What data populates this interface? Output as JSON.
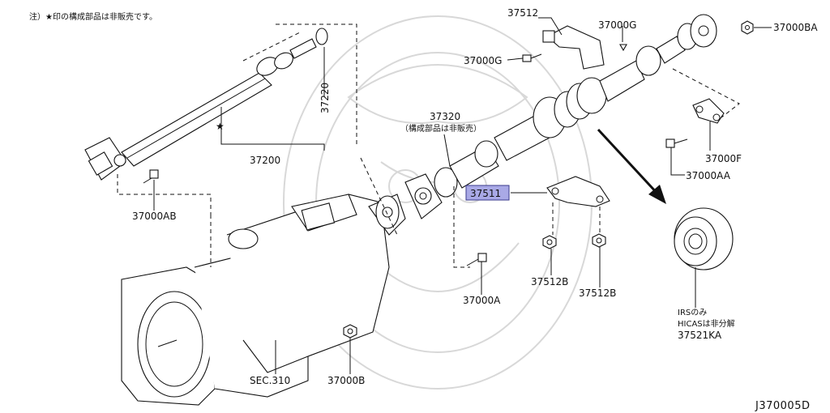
{
  "note": "注）★印の構成部品は非販売です。",
  "diagram_id": "J370005D",
  "labels": {
    "p37512": "37512",
    "p37000G_top": "37000G",
    "p37000BA": "37000BA",
    "p37000G_left": "37000G",
    "p37220": "37220",
    "p37320": "37320",
    "p37320_note": "（構成部品は非販売）",
    "star": "★",
    "p37200": "37200",
    "p37000F": "37000F",
    "p37000AA": "37000AA",
    "p37511": "37511",
    "p37000AB": "37000AB",
    "p37512B_left": "37512B",
    "p37512B_right": "37512B",
    "p37000A": "37000A",
    "sec310": "SEC.310",
    "p37000B": "37000B",
    "irs_line1": "IRSのみ",
    "irs_line2": "HICASは非分解",
    "p37521KA": "37521KA"
  },
  "colors": {
    "highlight": "#a9a9e6",
    "line": "#111111",
    "watermark": "#d8d8d8"
  }
}
